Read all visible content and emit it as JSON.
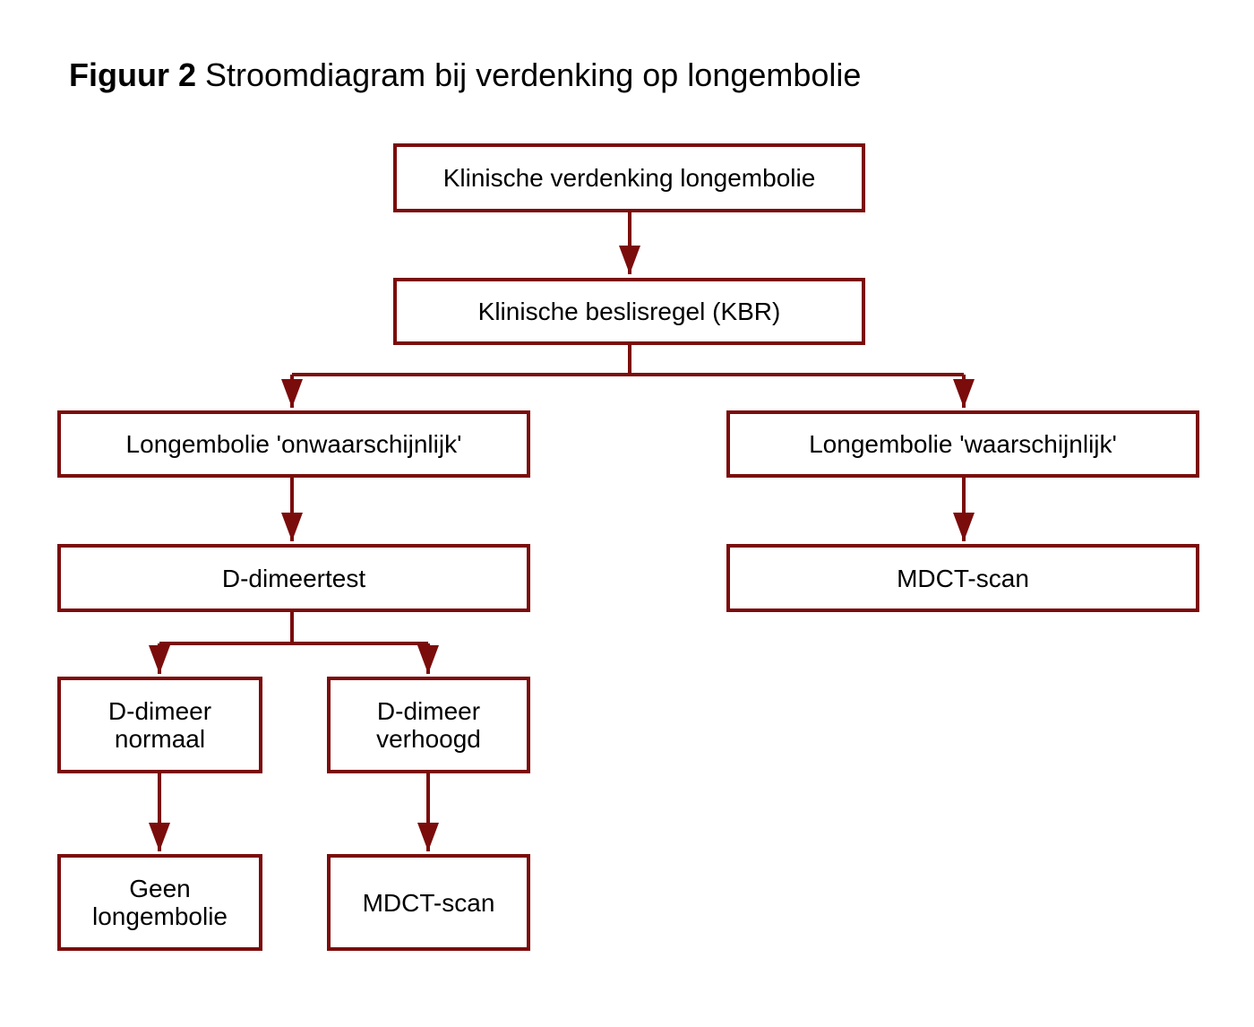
{
  "title": {
    "label": "Figuur 2",
    "text": "Stroomdiagram bij verdenking op longembolie"
  },
  "colors": {
    "accent": "#7b0c0c"
  },
  "nodes": {
    "suspicion": "Klinische verdenking longembolie",
    "decision_rule": "Klinische beslisregel (KBR)",
    "unlikely": "Longembolie 'onwaarschijnlijk'",
    "likely": "Longembolie 'waarschijnlijk'",
    "d_dimer_test": "D-dimeertest",
    "mdct_likely": "MDCT-scan",
    "d_dimer_normal": [
      "D-dimeer",
      "normaal"
    ],
    "d_dimer_elevated": [
      "D-dimeer",
      "verhoogd"
    ],
    "no_embolism": [
      "Geen",
      "longembolie"
    ],
    "mdct_elevated": "MDCT-scan"
  }
}
